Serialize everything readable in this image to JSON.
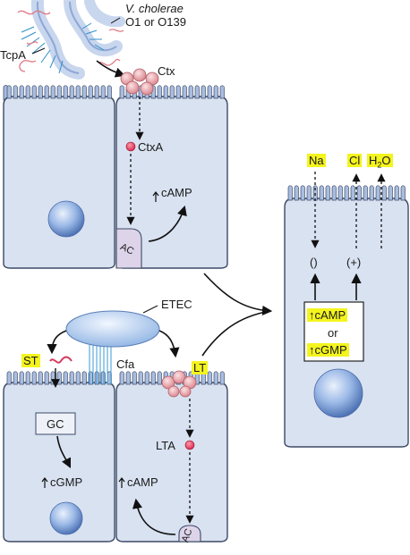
{
  "labels": {
    "vcholerae": "V. cholerae",
    "serogroups": "O1 or O139",
    "tcpa": "TcpA",
    "ctx": "Ctx",
    "ctxa": "CtxA",
    "camp_top": "cAMP",
    "ac_top": "AC",
    "etec": "ETEC",
    "cfa": "Cfa",
    "st": "ST",
    "lt": "LT",
    "gc": "GC",
    "cgmp_bottom": "cGMP",
    "camp_bottom": "cAMP",
    "lta": "LTA",
    "ac_bottom": "AC",
    "na": "Na",
    "cl": "Cl",
    "h2o_h": "H",
    "h2o_sub": "2",
    "h2o_o": "O",
    "paren_na": "()",
    "paren_cl": "(+)",
    "box_camp": "cAMP",
    "box_or": "or",
    "box_cgmp": "cGMP"
  },
  "colors": {
    "cell_fill": "#d9e2f1",
    "cell_stroke": "#3c4a66",
    "microvilli": "#a9bde0",
    "nucleus": "#8fb0e2",
    "highlight": "#f4f41f",
    "toxin": "#e8a0a4",
    "receptor": "#ddd4ea"
  }
}
